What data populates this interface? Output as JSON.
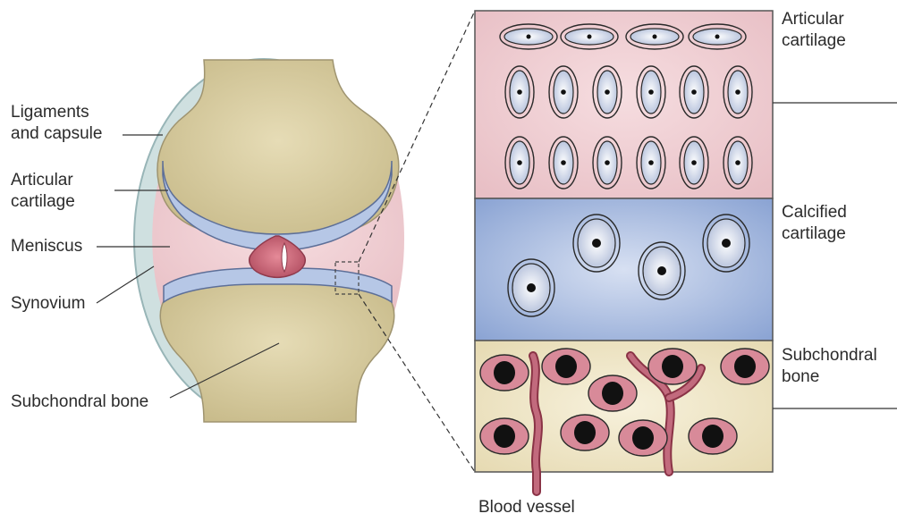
{
  "left_labels": {
    "ligaments_and_capsule": "Ligaments\nand capsule",
    "articular_cartilage": "Articular\ncartilage",
    "meniscus": "Meniscus",
    "synovium": "Synovium",
    "subchondral_bone": "Subchondral bone"
  },
  "right_labels": {
    "articular_cartilage": "Articular\ncartilage",
    "calcified_cartilage": "Calcified\ncartilage",
    "subchondral_bone": "Subchondral\nbone"
  },
  "bottom_labels": {
    "blood_vessel": "Blood vessel"
  },
  "colors": {
    "bone": "#d6c99c",
    "capsule": "#c9dcdc",
    "articular_cartilage": "#f0cfd3",
    "calcified_cartilage": "#9db4dc",
    "subchondral_bone": "#efe6c6",
    "cartilage_band": "#b2c3e3",
    "meniscus": "#c25a6c",
    "osteocyte": "#d98b9a",
    "vessel": "#ad4f63"
  }
}
